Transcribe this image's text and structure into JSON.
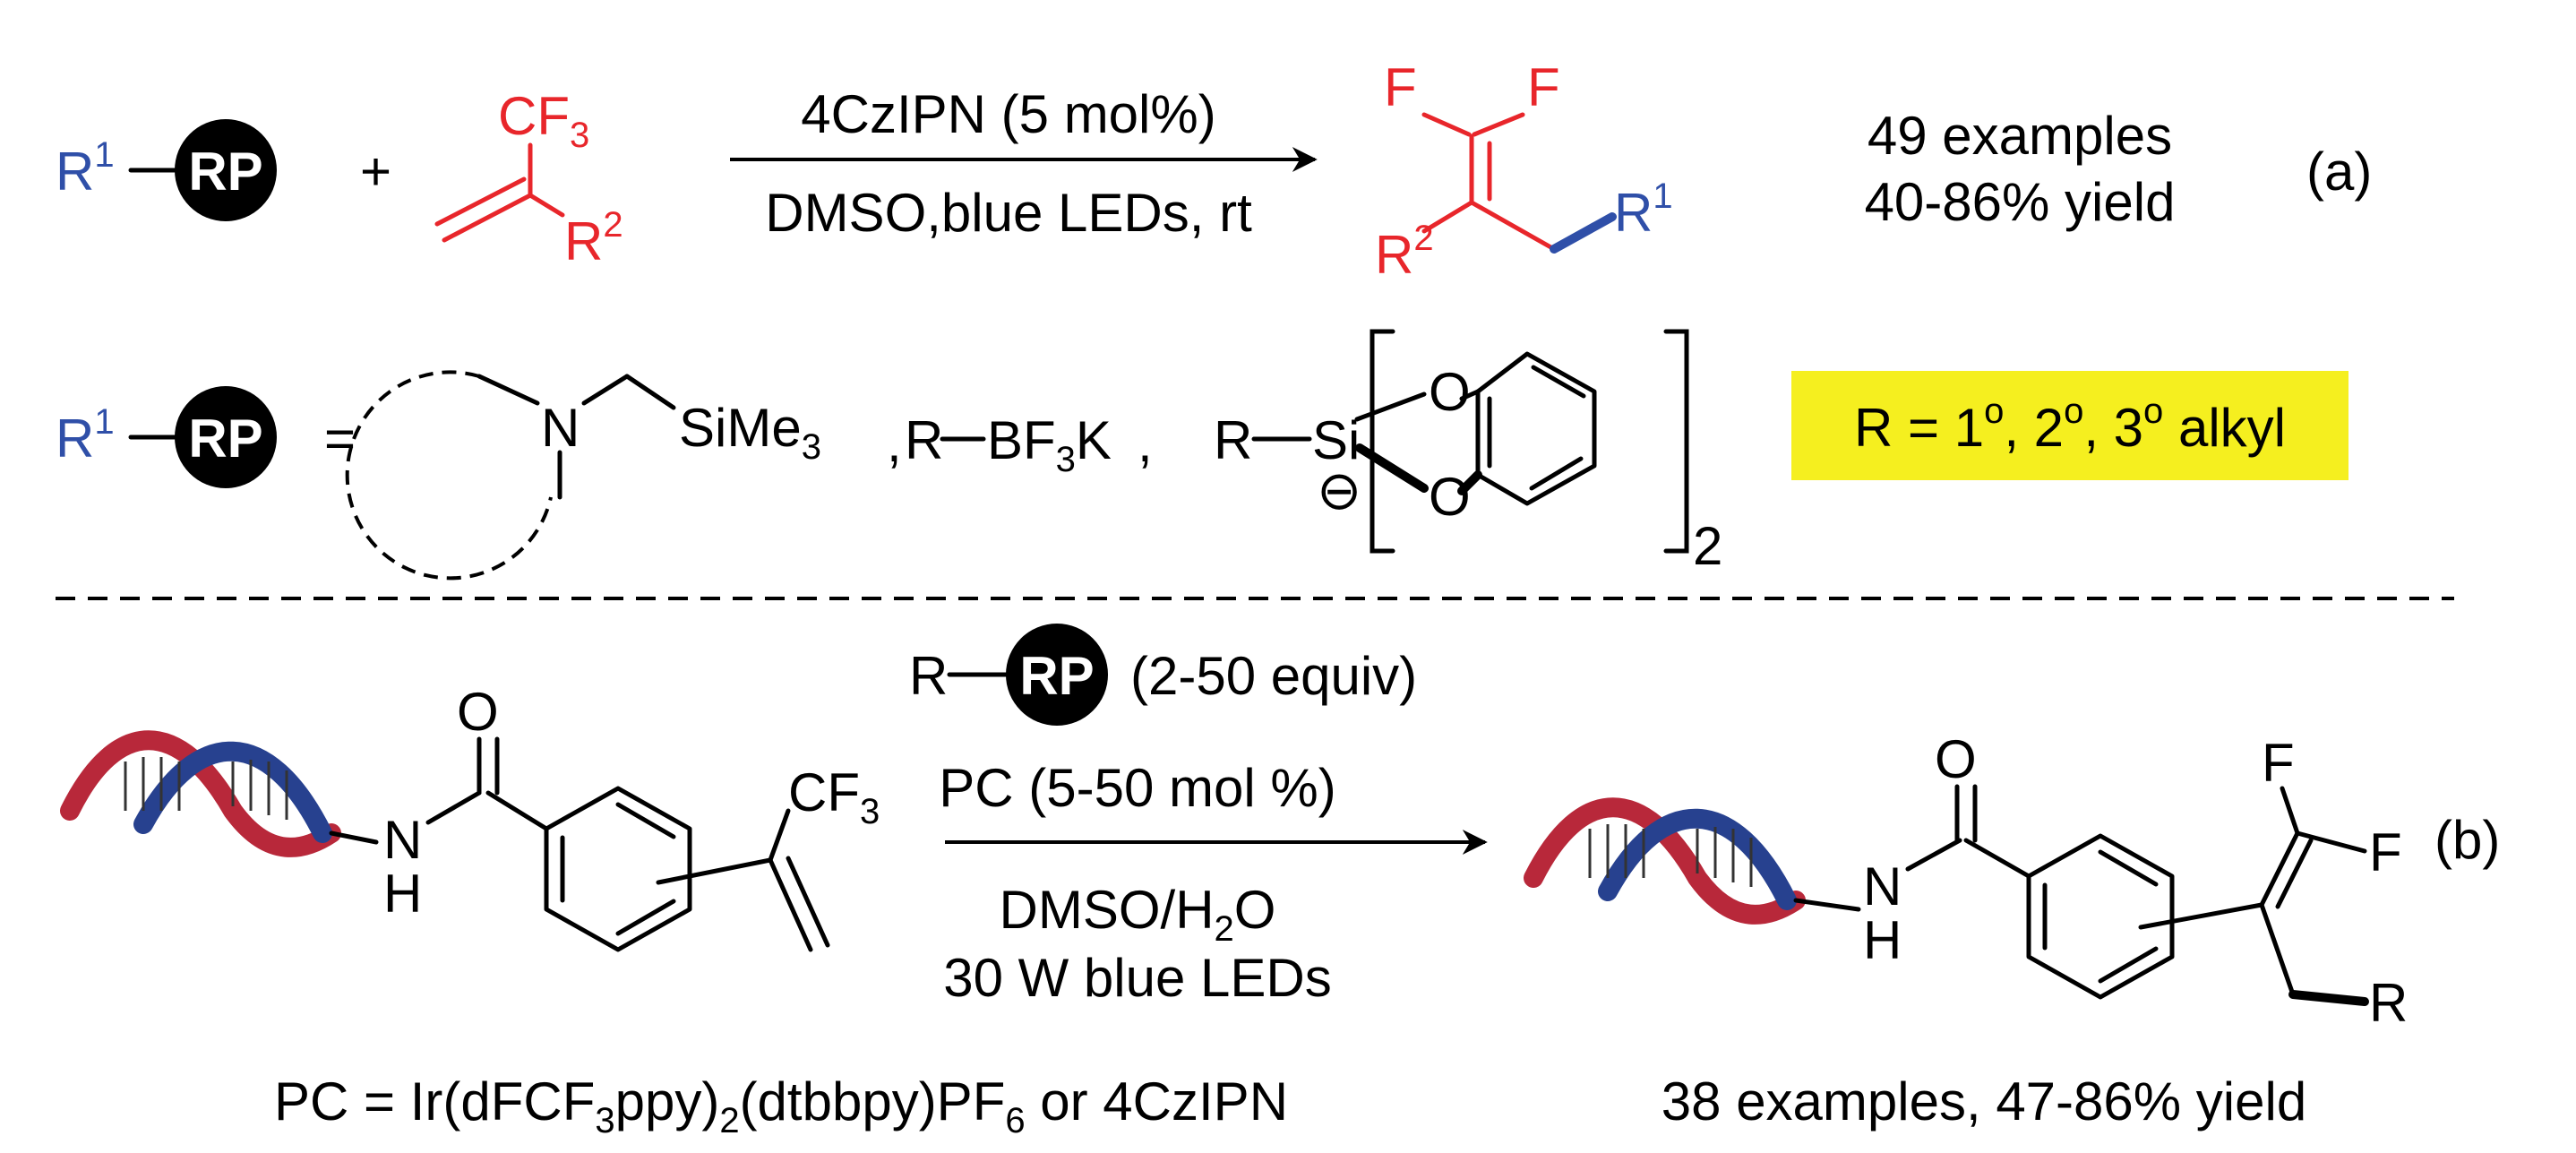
{
  "reaction_a": {
    "reagent_r1": "R",
    "reagent_r1_sup": "1",
    "reagent_rp": "RP",
    "plus": "+",
    "alkene_cf3": "CF",
    "alkene_cf3_sub": "3",
    "alkene_r2": "R",
    "alkene_r2_sup": "2",
    "condition_top": "4CzIPN (5 mol%)",
    "condition_bottom": "DMSO,blue LEDs, rt",
    "product_f1": "F",
    "product_f2": "F",
    "product_r2": "R",
    "product_r2_sup": "2",
    "product_r1": "R",
    "product_r1_sup": "1",
    "examples": "49 examples",
    "yield": "40-86% yield",
    "label": "(a)"
  },
  "definition": {
    "r1": "R",
    "r1_sup": "1",
    "rp": "RP",
    "equals": "=",
    "n_atom": "N",
    "sime": "SiMe",
    "sime_sub": "3",
    "comma1": ",",
    "bf3k_r": "R",
    "bf3k_b": "BF",
    "bf3k_sub": "3",
    "bf3k_k": "K",
    "comma2": ",",
    "silicate_r": "R",
    "silicate_si": "Si",
    "silicate_o1": "O",
    "silicate_o2": "O",
    "silicate_charge": "⊖",
    "silicate_sub": "2",
    "highlight": {
      "prefix": "R = 1",
      "o1": "o",
      "mid1": ",  2",
      "o2": "o",
      "mid2": ", 3",
      "o3": "o",
      "suffix": " alkyl",
      "color": "#f5ef1f"
    }
  },
  "reaction_b": {
    "reagent_r": "R",
    "reagent_rp": "RP",
    "reagent_equiv": "(2-50 equiv)",
    "sm_o": "O",
    "sm_n": "N",
    "sm_h": "H",
    "sm_cf3": "CF",
    "sm_cf3_sub": "3",
    "condition_top": "PC (5-50 mol %)",
    "condition_bottom_1": "DMSO/H",
    "condition_bottom_1_sub": "2",
    "condition_bottom_1_end": "O",
    "condition_bottom_2": "30 W blue LEDs",
    "prod_o": "O",
    "prod_n": "N",
    "prod_h": "H",
    "prod_f1": "F",
    "prod_f2": "F",
    "prod_r": "R",
    "label": "(b)",
    "pc_prefix": "PC =  Ir(dFCF",
    "pc_sub1": "3",
    "pc_mid1": "ppy)",
    "pc_sub2": "2",
    "pc_mid2": "(dtbbpy)PF",
    "pc_sub3": "6",
    "pc_end": " or 4CzIPN",
    "summary": "38 examples, 47-86% yield"
  },
  "colors": {
    "red": "#e8262b",
    "blue": "#2f4fa8",
    "dna_red": "#b8283a",
    "dna_blue": "#27418f"
  }
}
